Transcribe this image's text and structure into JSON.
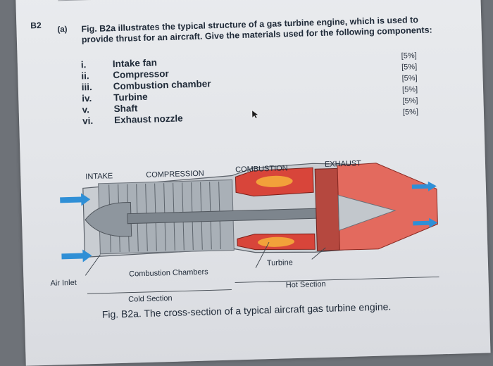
{
  "section_id": "B2",
  "question": {
    "label": "(a)",
    "text": "Fig. B2a illustrates the typical structure of a gas turbine engine, which is used to provide thrust for an aircraft. Give the materials used for the following components:"
  },
  "components": [
    {
      "numeral": "i.",
      "name": "Intake fan",
      "mark": "[5%]"
    },
    {
      "numeral": "ii.",
      "name": "Compressor",
      "mark": "[5%]"
    },
    {
      "numeral": "iii.",
      "name": "Combustion chamber",
      "mark": "[5%]"
    },
    {
      "numeral": "iv.",
      "name": "Turbine",
      "mark": "[5%]"
    },
    {
      "numeral": "v.",
      "name": "Shaft",
      "mark": "[5%]"
    },
    {
      "numeral": "vi.",
      "name": "Exhaust nozzle",
      "mark": "[5%]"
    }
  ],
  "figure": {
    "stage_labels": {
      "intake": "INTAKE",
      "compression": "COMPRESSION",
      "combustion": "COMBUSTION",
      "exhaust": "EXHAUST"
    },
    "callouts": {
      "air_inlet": "Air Inlet",
      "combustion_chambers": "Combustion Chambers",
      "turbine": "Turbine",
      "cold_section": "Cold Section",
      "hot_section": "Hot Section"
    },
    "caption": "Fig. B2a. The cross-section of a typical aircraft gas turbine engine."
  },
  "colors": {
    "cold": "#9aa3ab",
    "hot": "#d8453a",
    "flame": "#f2a13a",
    "air": "#2f8fd6"
  }
}
